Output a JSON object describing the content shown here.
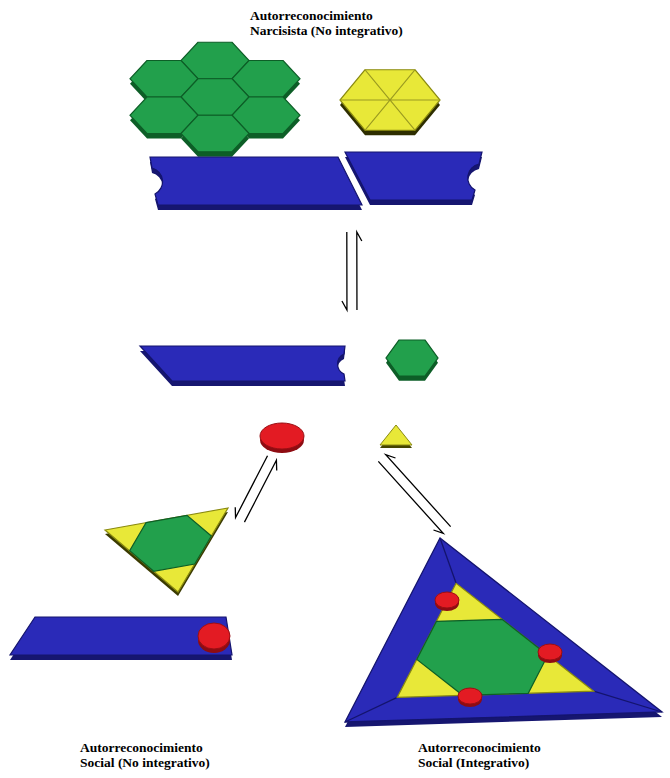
{
  "diagram": {
    "nodes": [
      {
        "text": [
          "Autorreconocimiento Narcisista (No integrativo)"
        ]
      },
      {
        "text": []
      },
      {
        "text": [
          "Autorreconocimiento Social (No integrativo)"
        ]
      },
      {
        "text": [
          "Autorreconocimiento Social (Integrativo)"
        ]
      }
    ],
    "edges": [
      {
        "from": 0,
        "to": 1,
        "arrow": "both"
      },
      {
        "from": 1,
        "to": 2,
        "arrow": "both"
      },
      {
        "from": 1,
        "to": 3,
        "arrow": "both"
      }
    ]
  }
}
